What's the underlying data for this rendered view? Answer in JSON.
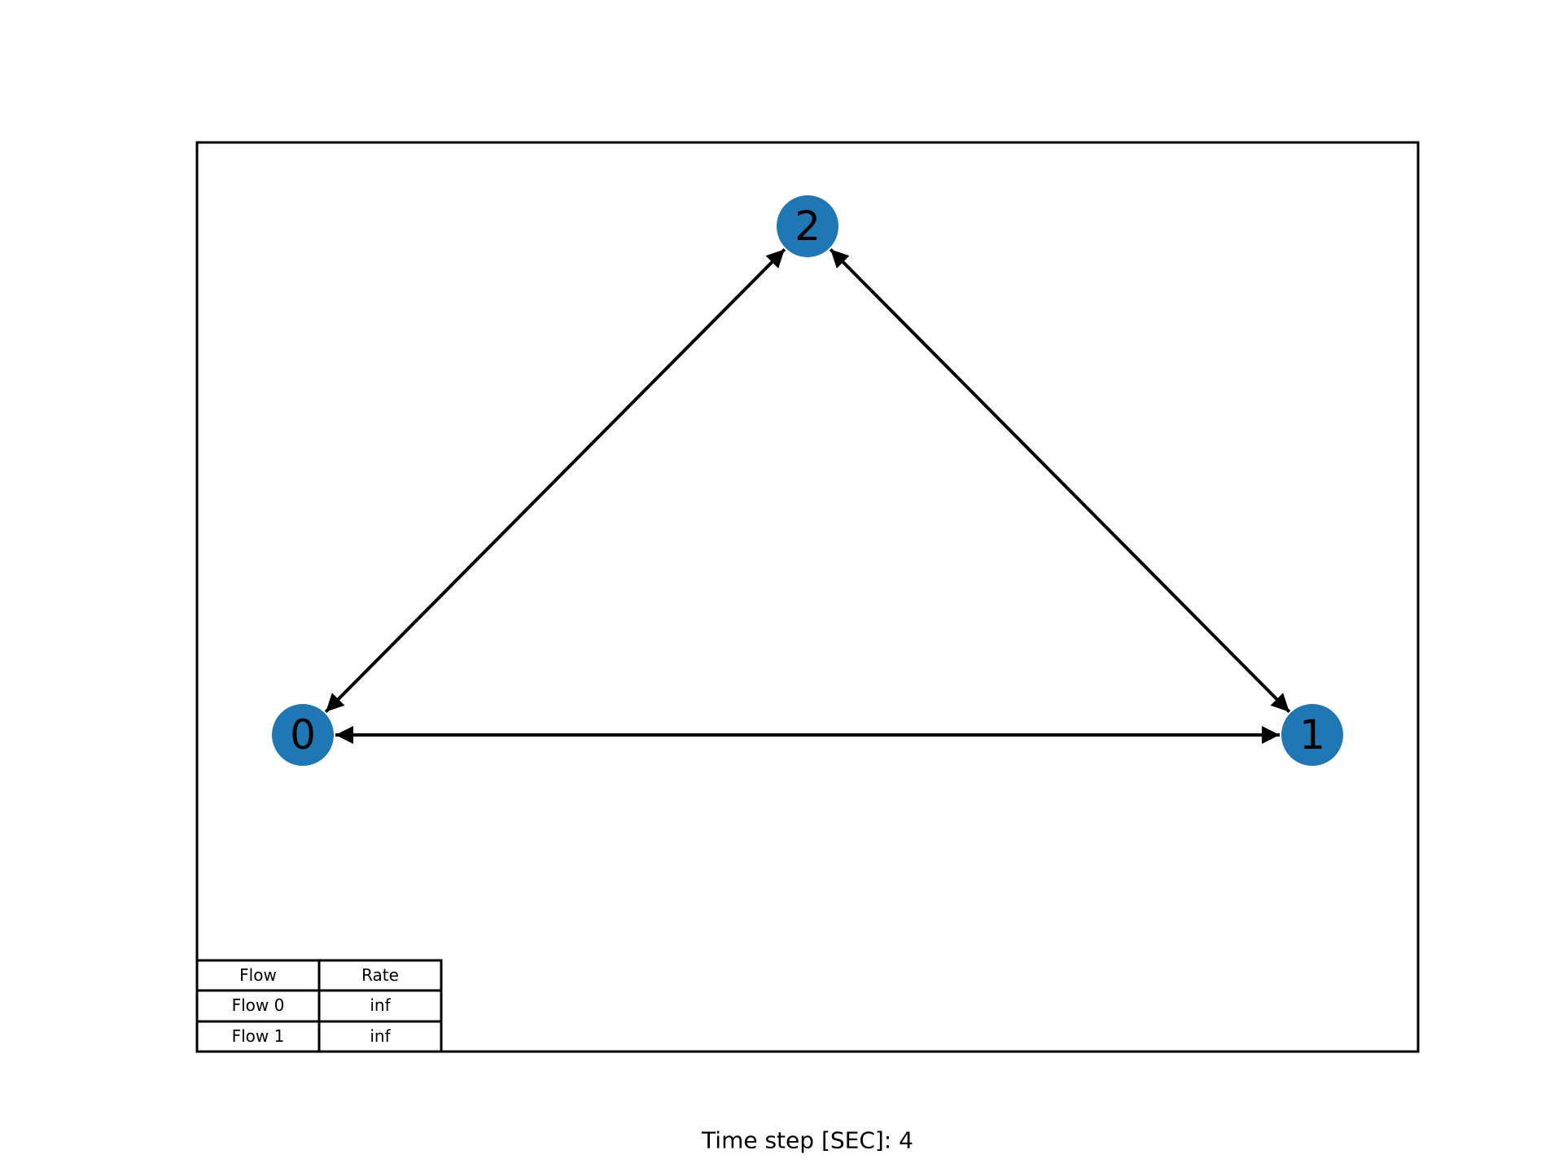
{
  "graph": {
    "nodes": [
      {
        "id": "0",
        "label": "0"
      },
      {
        "id": "1",
        "label": "1"
      },
      {
        "id": "2",
        "label": "2"
      }
    ],
    "edges": [
      {
        "from": "0",
        "to": "2",
        "bidirectional": true
      },
      {
        "from": "2",
        "to": "1",
        "bidirectional": true
      },
      {
        "from": "0",
        "to": "1",
        "bidirectional": true
      }
    ],
    "node_color": "#1f77b4",
    "edge_color": "#000000"
  },
  "table": {
    "headers": [
      "Flow",
      "Rate"
    ],
    "rows": [
      [
        "Flow 0",
        "inf"
      ],
      [
        "Flow 1",
        "inf"
      ]
    ]
  },
  "caption": "Time step [SEC]: 4"
}
